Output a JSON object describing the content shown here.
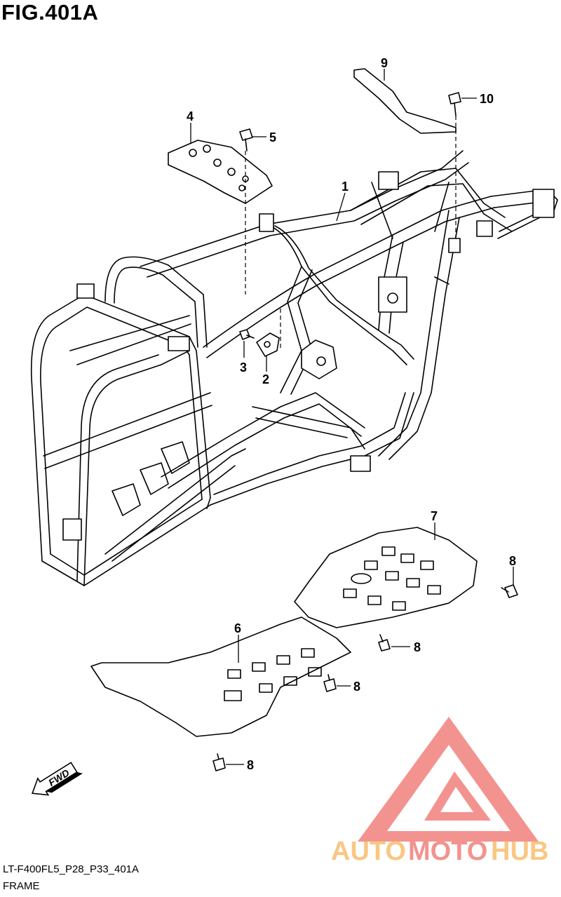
{
  "figure": {
    "title": "FIG.401A",
    "code": "LT-F400FL5_P28_P33_401A",
    "name": "FRAME"
  },
  "callouts": [
    {
      "num": "1"
    },
    {
      "num": "2"
    },
    {
      "num": "3"
    },
    {
      "num": "4"
    },
    {
      "num": "5"
    },
    {
      "num": "6"
    },
    {
      "num": "7"
    },
    {
      "num": "8"
    },
    {
      "num": "8"
    },
    {
      "num": "8"
    },
    {
      "num": "8"
    },
    {
      "num": "9"
    },
    {
      "num": "10"
    }
  ],
  "fwd_label": "FWD",
  "watermark": {
    "part1": "AUTO",
    "part2": "MOTO",
    "part3": "HUB",
    "color_orange": "#f7b55a",
    "color_red": "#ef6f6a"
  }
}
